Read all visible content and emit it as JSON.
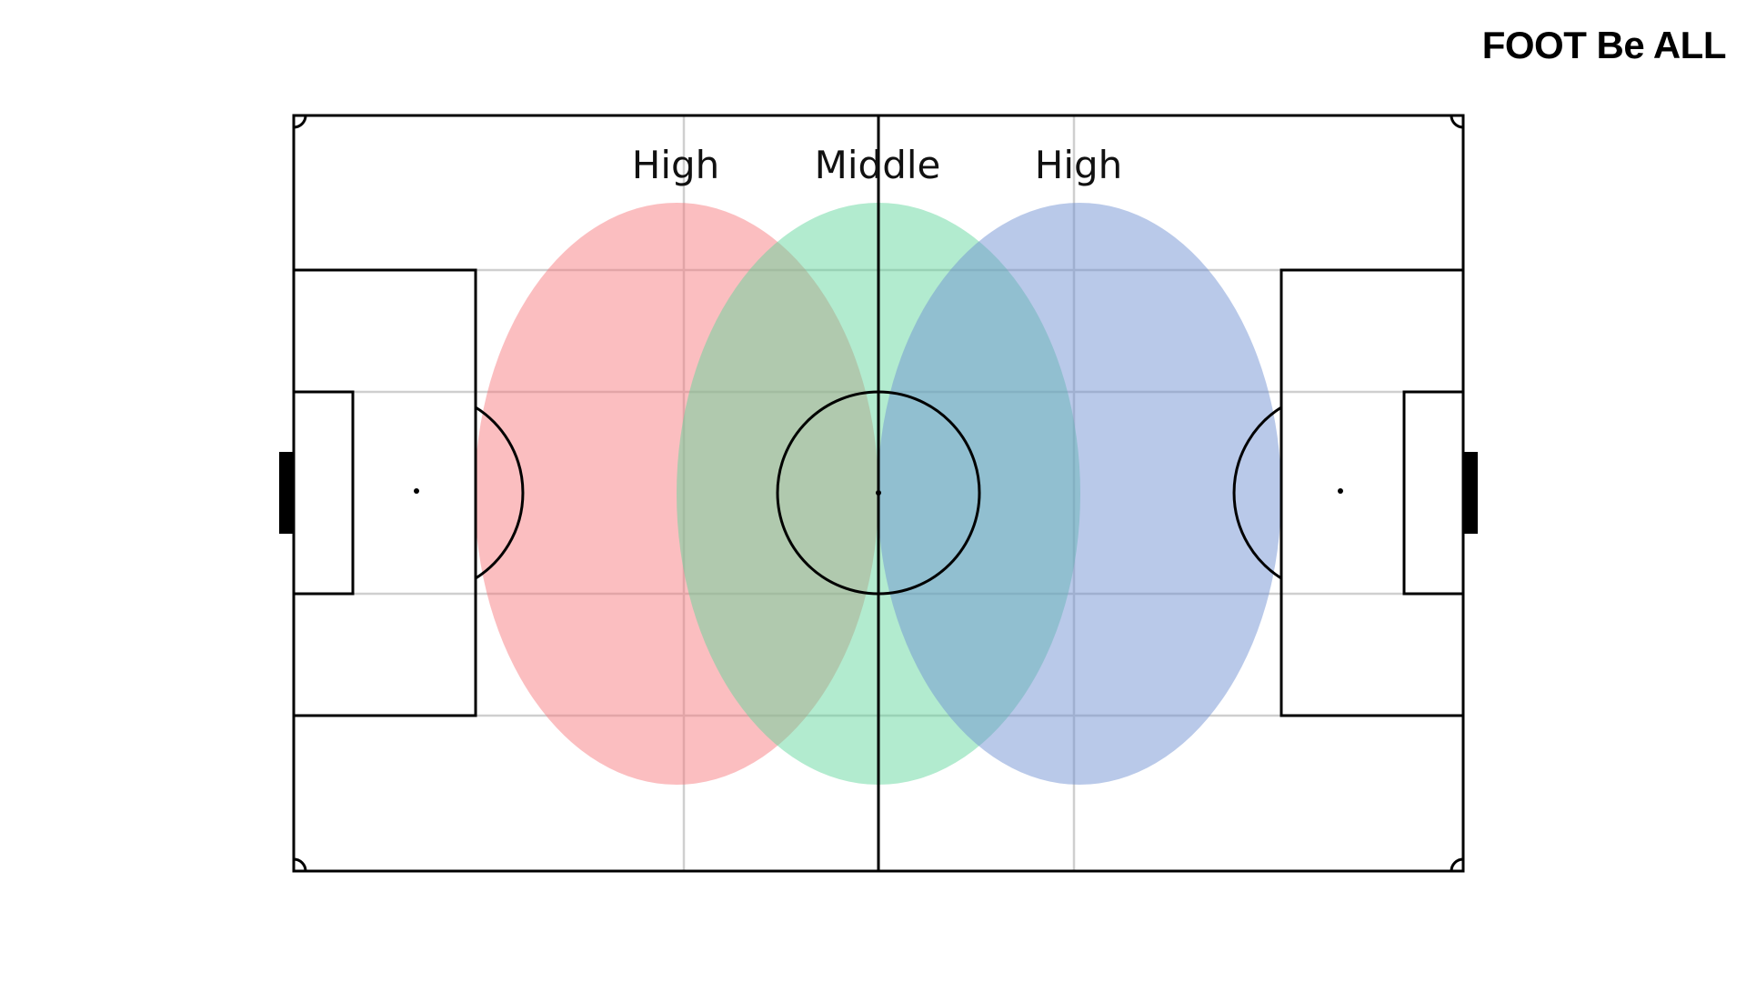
{
  "brand": {
    "name": "FOOT Be ALL"
  },
  "colors": {
    "pitch_line": "#000000",
    "grid_line": "#cfcfcf",
    "zone_left": "#f7787c",
    "zone_middle": "#5fd69a",
    "zone_right": "#6d8fd0"
  },
  "zones": [
    {
      "key": "left",
      "label": "High",
      "color_key": "zone_left"
    },
    {
      "key": "middle",
      "label": "Middle",
      "color_key": "zone_middle"
    },
    {
      "key": "right",
      "label": "High",
      "color_key": "zone_right"
    }
  ]
}
